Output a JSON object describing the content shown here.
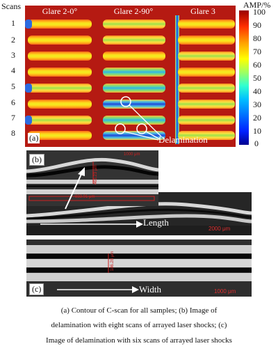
{
  "panel_a": {
    "scans_header": "Scans",
    "scan_numbers": [
      "1",
      "2",
      "3",
      "4",
      "5",
      "6",
      "7",
      "8"
    ],
    "group_titles": [
      "Glare 2-0°",
      "Glare 2-90°",
      "Glare 3"
    ],
    "label": "(a)",
    "annotation": "Delamination",
    "colorbar": {
      "title": "AMP/%",
      "ticks": [
        "100",
        "90",
        "80",
        "70",
        "60",
        "50",
        "40",
        "30",
        "20",
        "10",
        "0"
      ],
      "colors": [
        "#00008f",
        "#0070ff",
        "#30ffd0",
        "#ffff00",
        "#ff3000",
        "#9a0000"
      ]
    }
  },
  "panel_b": {
    "label": "(b)",
    "arrow_text": "Length",
    "scale_text": "2000 μm",
    "inset_scale_text": "1000 μm",
    "inset_dim_text": "833.91 μm",
    "inset_vert_text": "463.23 μm"
  },
  "panel_c": {
    "label": "(c)",
    "arrow_text": "Width",
    "scale_text": "1000 μm",
    "dim_text": "186.28 μm"
  },
  "caption": {
    "line1": "(a) Contour of C-scan for all samples; (b) Image of",
    "line2": "delamination with eight scans of arrayed laser shocks; (c)",
    "line3": "Image of delamination with six scans of arrayed laser shocks"
  }
}
